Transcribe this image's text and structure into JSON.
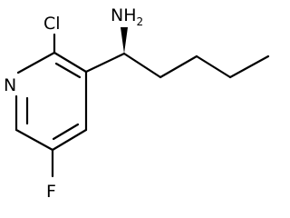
{
  "atoms": {
    "nitrogen_ring": "N",
    "chlorine": "Cl",
    "fluorine": "F",
    "amine_main": "NH",
    "amine_sub": "2"
  },
  "colors": {
    "bond": "#000000",
    "label": "#000000",
    "background": "#ffffff"
  }
}
